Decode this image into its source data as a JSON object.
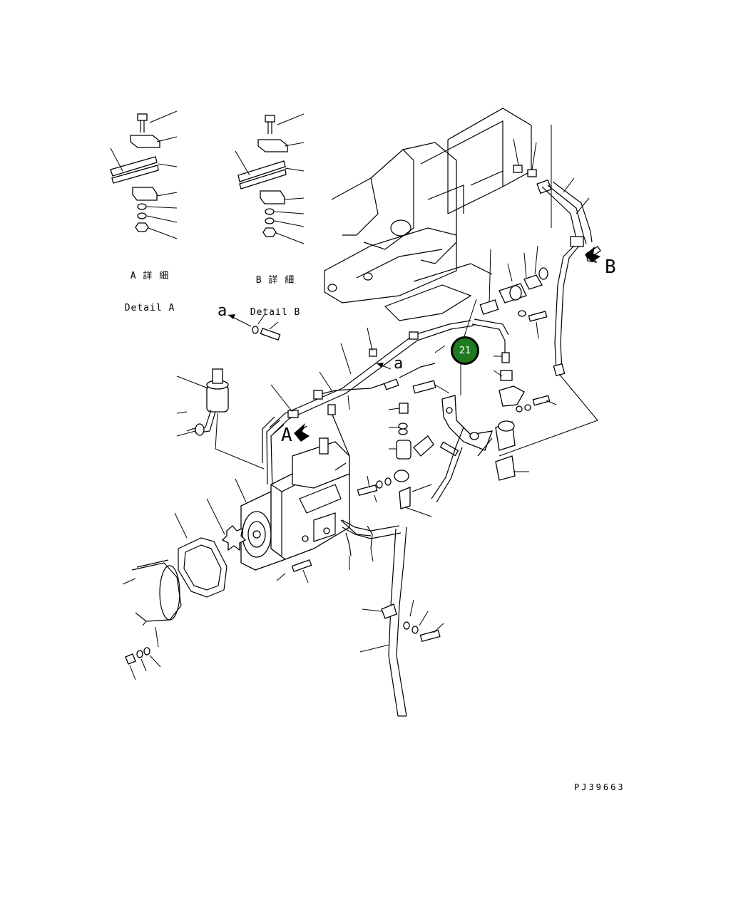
{
  "details": {
    "a": {
      "jp": "A 詳 細",
      "en": "Detail A"
    },
    "b": {
      "jp": "B 詳 細",
      "en": "Detail B"
    }
  },
  "view_markers": {
    "big_a": "A",
    "big_b": "B",
    "small_a_left": "a",
    "small_a_mid": "a"
  },
  "callout": {
    "number": "21",
    "color": "#1f7a1f"
  },
  "drawing_code": "PJ39663"
}
